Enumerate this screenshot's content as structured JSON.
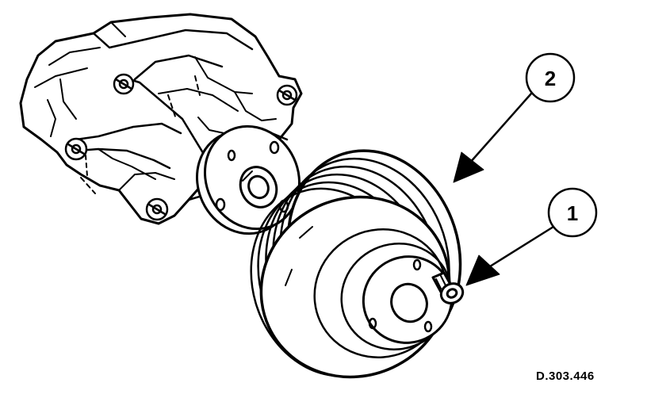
{
  "figure": {
    "code": "D.303.446",
    "callouts": [
      {
        "number": "2",
        "target": "pulley"
      },
      {
        "number": "1",
        "target": "bolt"
      }
    ]
  },
  "colors": {
    "ink": "#000000",
    "paper": "#ffffff"
  }
}
